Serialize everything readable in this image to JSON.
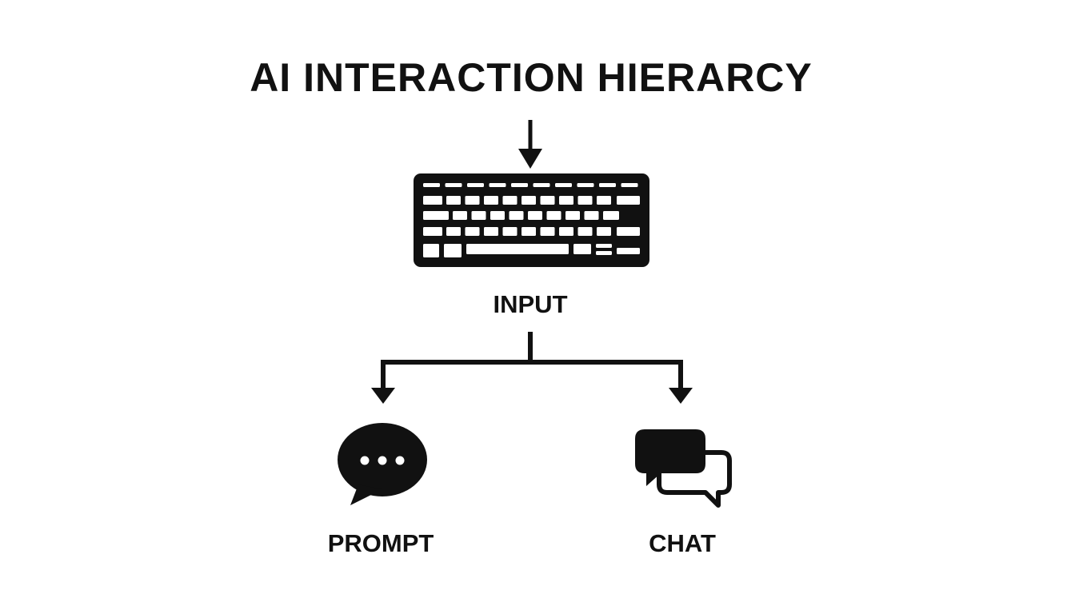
{
  "title": "AI INTERACTION HIERARCY",
  "nodes": {
    "input": {
      "label": "INPUT",
      "icon": "keyboard-icon"
    },
    "prompt": {
      "label": "PROMPT",
      "icon": "speech-bubble-ellipsis-icon"
    },
    "chat": {
      "label": "CHAT",
      "icon": "chat-bubbles-icon"
    }
  },
  "edges": [
    {
      "from": "title",
      "to": "input"
    },
    {
      "from": "input",
      "to": "prompt"
    },
    {
      "from": "input",
      "to": "chat"
    }
  ],
  "colors": {
    "ink": "#111111",
    "background": "#ffffff"
  }
}
